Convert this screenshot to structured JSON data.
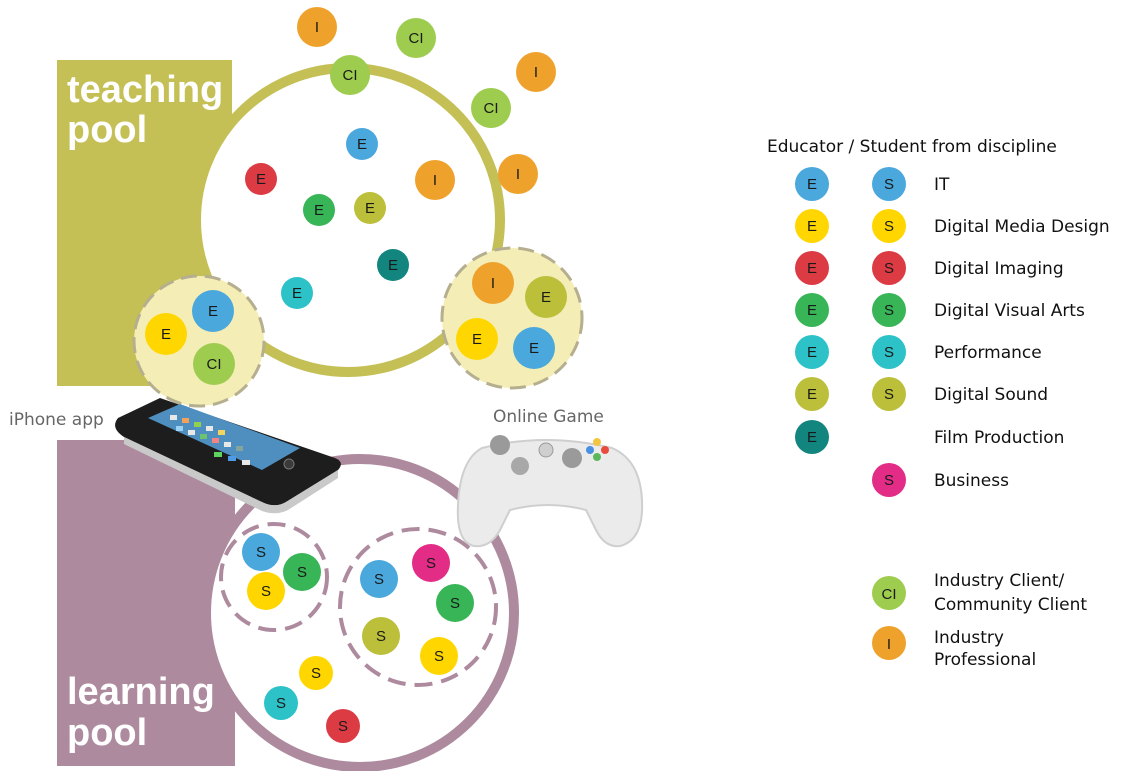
{
  "pools": {
    "teaching": {
      "line1": "teaching",
      "line2": "pool"
    },
    "learning": {
      "line1": "learning",
      "line2": "pool"
    }
  },
  "devices": {
    "iphone_label": "iPhone app",
    "game_label": "Online Game"
  },
  "node_letters": {
    "educator": "E",
    "student": "S",
    "client": "CI",
    "professional": "I"
  },
  "legend": {
    "title": "Educator / Student from discipline",
    "disciplines": [
      {
        "name": "IT",
        "educator": true,
        "student": true,
        "color": "#4aa8dc"
      },
      {
        "name": "Digital Media Design",
        "educator": true,
        "student": true,
        "color": "#ffd600"
      },
      {
        "name": "Digital Imaging",
        "educator": true,
        "student": true,
        "color": "#dc3b44"
      },
      {
        "name": "Digital Visual Arts",
        "educator": true,
        "student": true,
        "color": "#38b556"
      },
      {
        "name": "Performance",
        "educator": true,
        "student": true,
        "color": "#2cc2c8"
      },
      {
        "name": "Digital Sound",
        "educator": true,
        "student": true,
        "color": "#bcbf3a"
      },
      {
        "name": "Film Production",
        "educator": true,
        "student": false,
        "color": "#12857f"
      },
      {
        "name": "Business",
        "educator": false,
        "student": true,
        "color": "#e22c85"
      }
    ],
    "client_line1": "Industry Client/",
    "client_line2": "Community Client",
    "client_symbol": "CI",
    "professional_line1": "Industry",
    "professional_line2": "Professional",
    "professional_symbol": "I"
  },
  "colors": {
    "teaching_pool": "#c4c056",
    "learning_pool": "#ad8a9e",
    "cluster_fill": "#f4eeb6",
    "client": "#9dcc4e",
    "professional": "#eea22c"
  }
}
